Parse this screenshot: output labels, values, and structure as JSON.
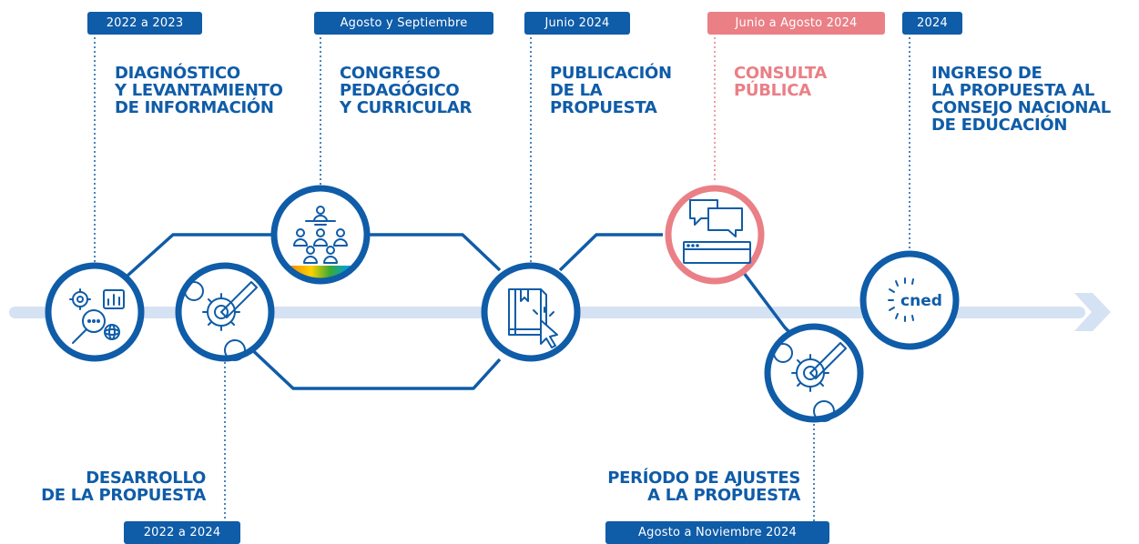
{
  "colors": {
    "blue": "#0f5ca8",
    "pink": "#ea7f86",
    "arrow": "#d5e2f3",
    "icon": "#0f5ca8"
  },
  "milestones": [
    {
      "id": "diagnostico",
      "date": "2022 a 2023",
      "title": [
        "DIAGNÓSTICO",
        "Y LEVANTAMIENTO",
        "DE INFORMACIÓN"
      ],
      "icon": "gears-analysis-magnifier-icon"
    },
    {
      "id": "desarrollo",
      "date": "2022 a 2024",
      "title": [
        "DESARROLLO",
        "DE LA PROPUESTA"
      ],
      "icon": "gears-pencil-icon"
    },
    {
      "id": "congreso",
      "date": "Agosto y Septiembre",
      "title": [
        "CONGRESO",
        "PEDAGÓGICO",
        "Y CURRICULAR"
      ],
      "icon": "conference-audience-icon"
    },
    {
      "id": "publicacion",
      "date": "Junio 2024",
      "title": [
        "PUBLICACIÓN",
        "DE LA",
        "PROPUESTA"
      ],
      "icon": "book-cursor-icon"
    },
    {
      "id": "consulta",
      "date": "Junio a Agosto 2024",
      "title": [
        "CONSULTA",
        "PÚBLICA"
      ],
      "icon": "chat-bubbles-browser-icon"
    },
    {
      "id": "ajustes",
      "date": "Agosto a Noviembre 2024",
      "title": [
        "PERÍODO DE AJUSTES",
        "A LA PROPUESTA"
      ],
      "icon": "gears-pencil-icon"
    },
    {
      "id": "ingreso",
      "date": "2024",
      "title": [
        "INGRESO DE",
        "LA PROPUESTA AL",
        "CONSEJO NACIONAL",
        "DE EDUCACIÓN"
      ],
      "icon": "cned-logo-icon",
      "logo_text": "cned"
    }
  ]
}
